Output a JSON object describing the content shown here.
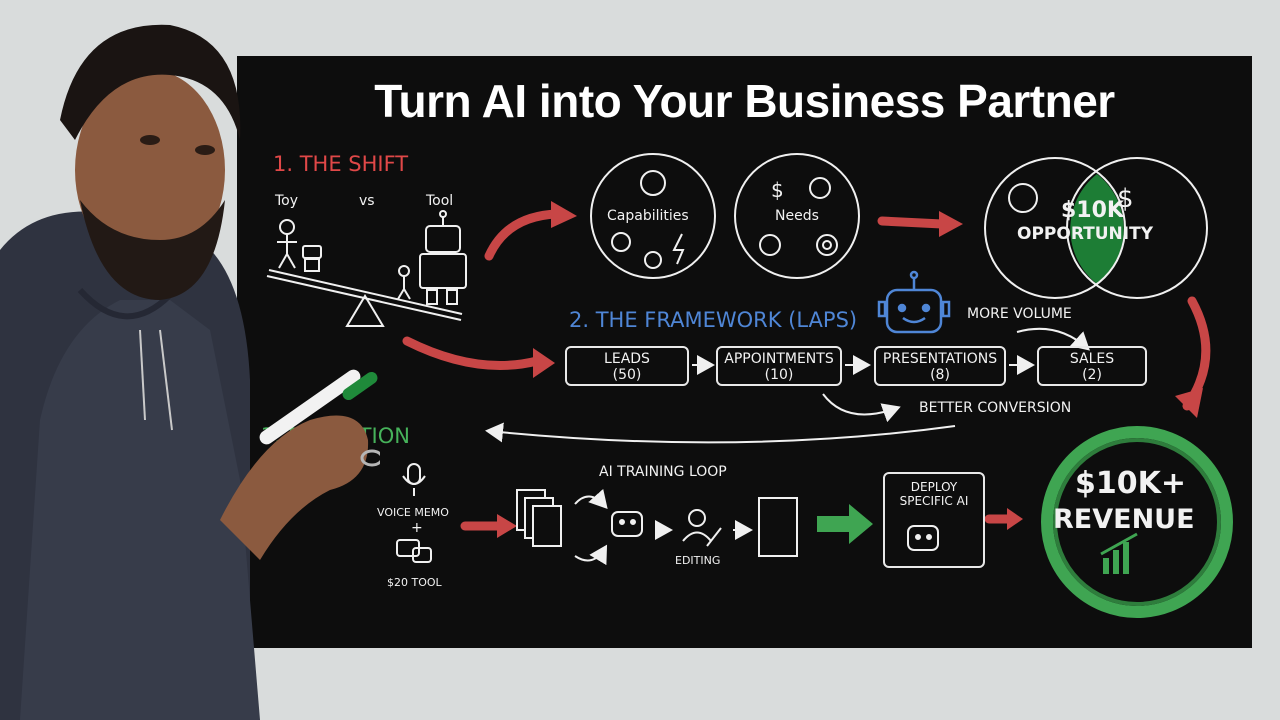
{
  "title": "Turn AI into Your Business Partner",
  "section1": {
    "heading": "1. THE SHIFT",
    "toy_label": "Toy",
    "vs_label": "vs",
    "tool_label": "Tool",
    "circle_capabilities": "Capabilities",
    "circle_needs": "Needs",
    "venn_value": "$10K",
    "venn_label": "OPPORTUNITY"
  },
  "section2": {
    "heading": "2. THE FRAMEWORK (LAPS)",
    "more_volume": "MORE VOLUME",
    "better_conversion": "BETTER CONVERSION",
    "stages": [
      {
        "label": "LEADS",
        "count": "(50)"
      },
      {
        "label": "APPOINTMENTS",
        "count": "(10)"
      },
      {
        "label": "PRESENTATIONS",
        "count": "(8)"
      },
      {
        "label": "SALES",
        "count": "(2)"
      }
    ]
  },
  "section3": {
    "heading": "3. EXECUTION",
    "voice_memo": "VOICE MEMO",
    "plus": "+",
    "tool_cost": "$20 TOOL",
    "training_loop": "AI TRAINING LOOP",
    "editing": "EDITING",
    "deploy_line1": "DEPLOY",
    "deploy_line2": "SPECIFIC AI",
    "revenue_value": "$10K+",
    "revenue_label": "REVENUE"
  },
  "colors": {
    "board": "#0d0d0d",
    "chalk": "#f2f2f2",
    "red": "#e04848",
    "blue": "#4f86d6",
    "green": "#46b25a",
    "hoodie": "#2f3340"
  }
}
